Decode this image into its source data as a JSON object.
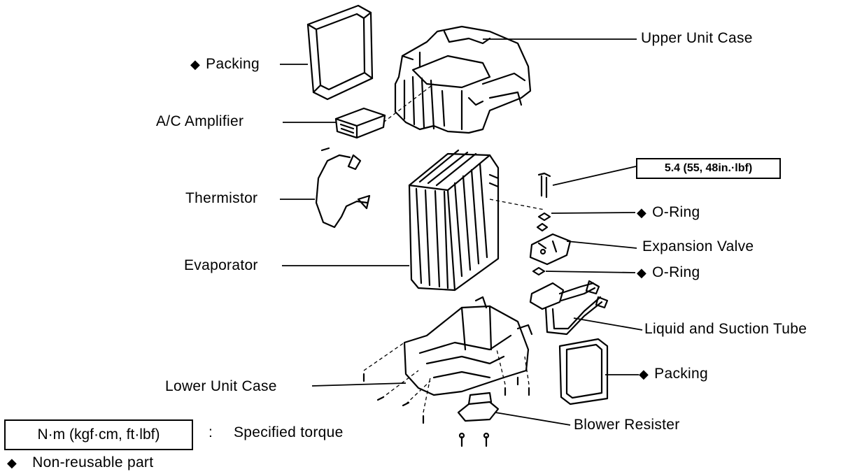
{
  "labels": {
    "packing_top": "Packing",
    "upper_unit_case": "Upper Unit Case",
    "ac_amplifier": "A/C Amplifier",
    "thermistor": "Thermistor",
    "evaporator": "Evaporator",
    "torque": "5.4 (55, 48in.·lbf)",
    "oring_top": "O-Ring",
    "expansion_valve": "Expansion Valve",
    "oring_bottom": "O-Ring",
    "liquid_suction_tube": "Liquid and Suction Tube",
    "packing_bottom": "Packing",
    "lower_unit_case": "Lower Unit Case",
    "blower_resister": "Blower Resister"
  },
  "legend": {
    "torque_unit": "N·m (kgf·cm, ft·lbf)",
    "colon": ":",
    "torque_desc": "Specified torque",
    "nonreusable_desc": "Non-reusable part"
  },
  "symbols": {
    "nonreusable": "◆"
  }
}
